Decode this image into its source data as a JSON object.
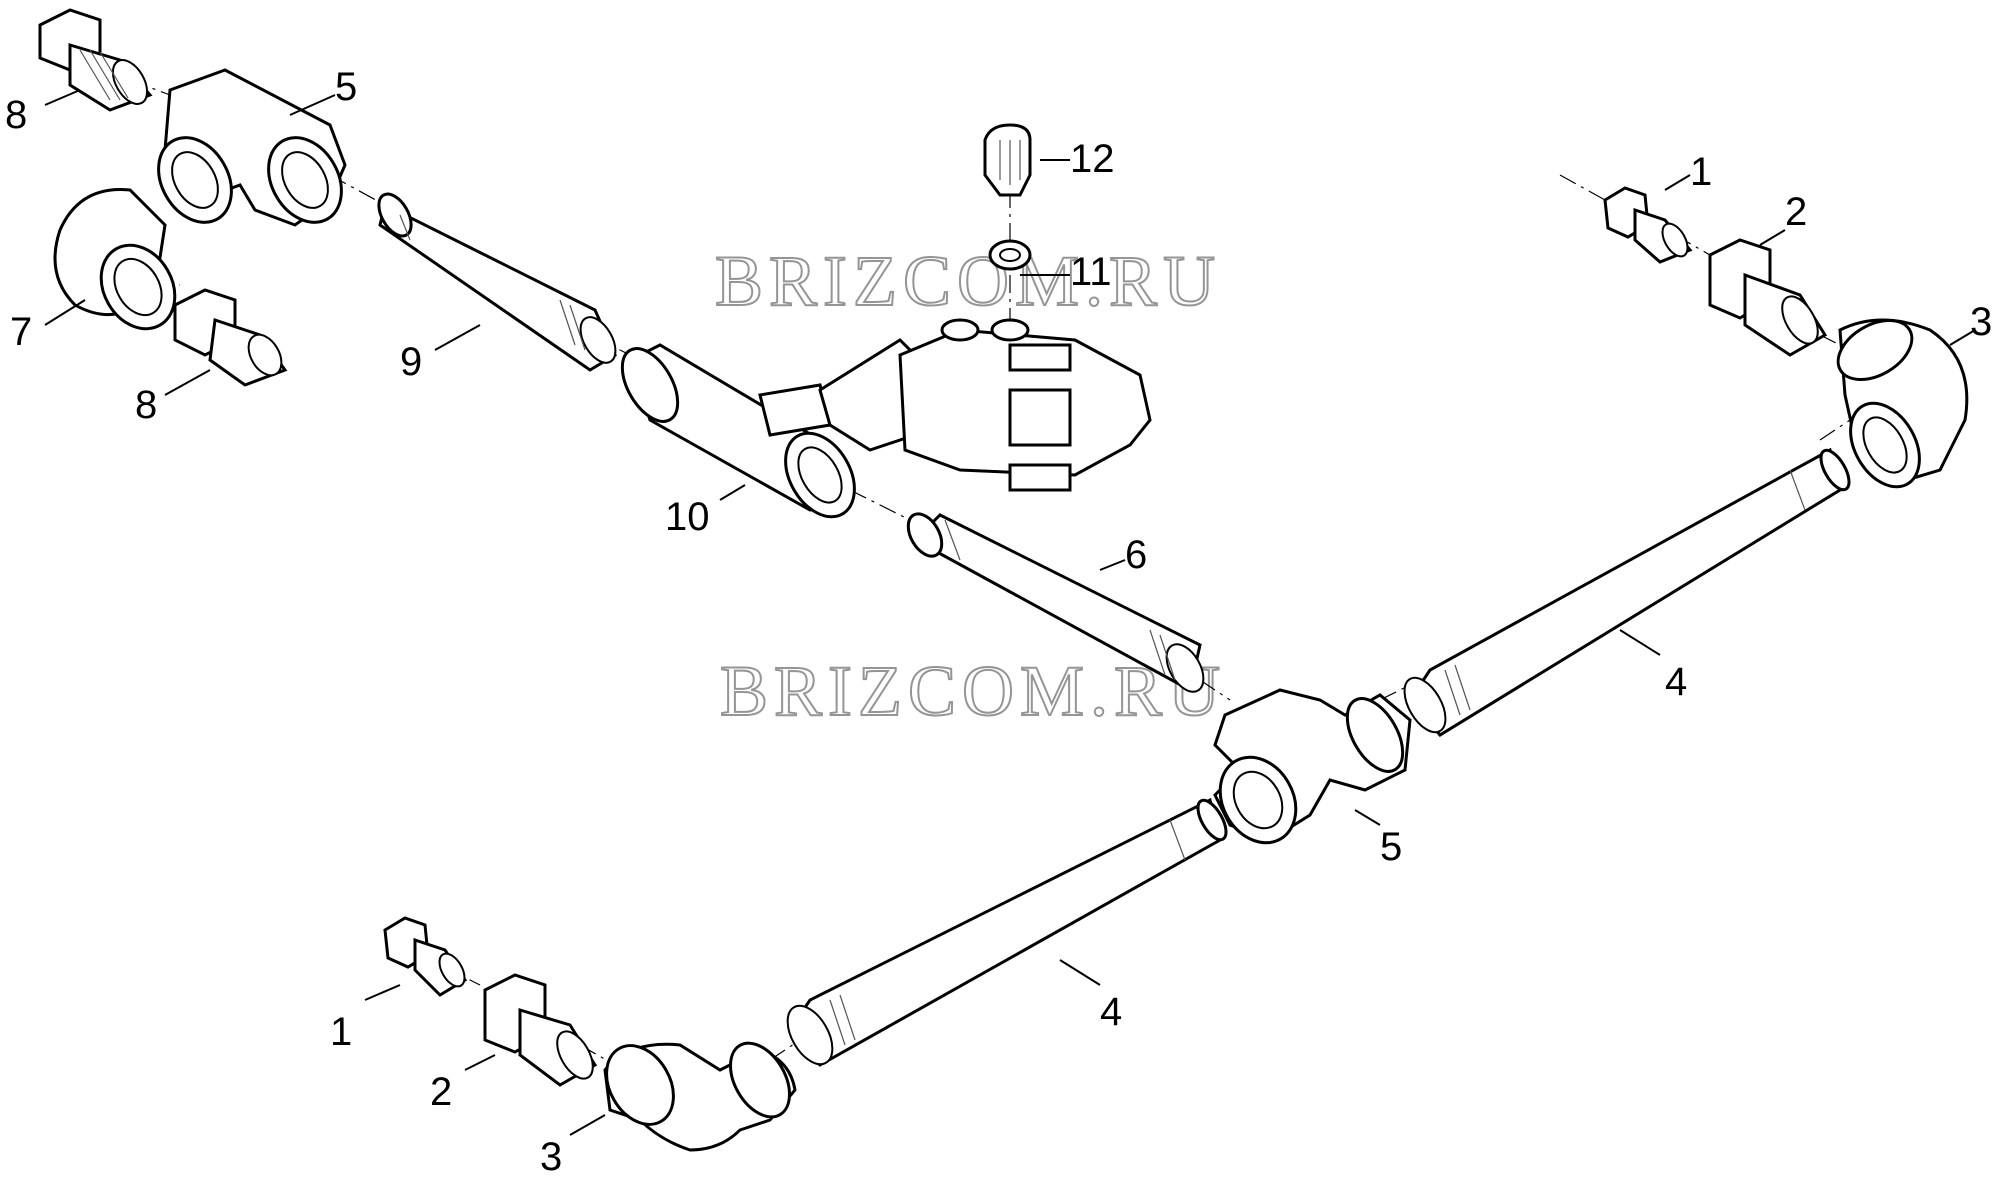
{
  "diagram": {
    "watermark_top": "BRIZCOM.RU",
    "watermark_bottom": "BRIZCOM.RU",
    "labels": {
      "p8a": "8",
      "p5a": "5",
      "p7": "7",
      "p8b": "8",
      "p9": "9",
      "p12": "12",
      "p11": "11",
      "p10": "10",
      "p6": "6",
      "p1a": "1",
      "p2a": "2",
      "p3a": "3",
      "p4a": "4",
      "p5b": "5",
      "p4b": "4",
      "p1b": "1",
      "p2b": "2",
      "p3b": "3"
    }
  }
}
